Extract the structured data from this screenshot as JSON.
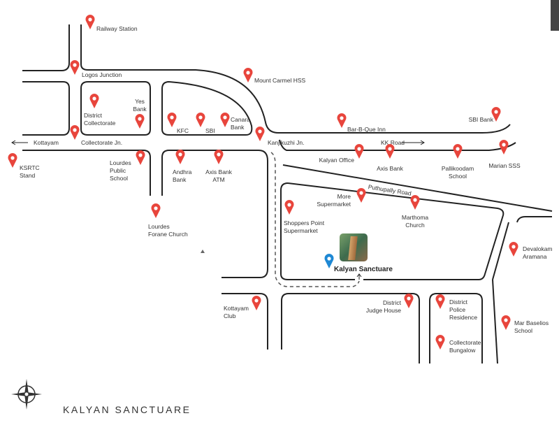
{
  "places": [
    {
      "id": "railway-station",
      "lines": [
        "Railway Station"
      ]
    },
    {
      "id": "logos-junction",
      "lines": [
        "Logos Junction"
      ]
    },
    {
      "id": "mount-carmel-hss",
      "lines": [
        "Mount Carmel HSS"
      ]
    },
    {
      "id": "district-collectorate",
      "lines": [
        "District",
        "Collectorate"
      ]
    },
    {
      "id": "yes-bank",
      "lines": [
        "Yes",
        "Bank"
      ]
    },
    {
      "id": "kfc",
      "lines": [
        "KFC"
      ]
    },
    {
      "id": "sbi",
      "lines": [
        "SBI"
      ]
    },
    {
      "id": "canara-bank",
      "lines": [
        "Canara",
        "Bank"
      ]
    },
    {
      "id": "collectorate-jn",
      "lines": [
        "Collectorate Jn."
      ]
    },
    {
      "id": "ksrtc-stand",
      "lines": [
        "KSRTC",
        "Stand"
      ]
    },
    {
      "id": "lourdes-public-school",
      "lines": [
        "Lourdes",
        "Public",
        "School"
      ]
    },
    {
      "id": "andhra-bank",
      "lines": [
        "Andhra",
        "Bank"
      ]
    },
    {
      "id": "axis-bank-atm",
      "lines": [
        "Axis Bank",
        "ATM"
      ]
    },
    {
      "id": "lourdes-forane-church",
      "lines": [
        "Lourdes",
        "Forane Church"
      ]
    },
    {
      "id": "kanjikuzhi-jn",
      "lines": [
        "Kanjikuzhi Jn."
      ]
    },
    {
      "id": "bar-b-que-inn",
      "lines": [
        "Bar-B-Que Inn"
      ]
    },
    {
      "id": "sbi-bank",
      "lines": [
        "SBI Bank"
      ]
    },
    {
      "id": "kalyan-office",
      "lines": [
        "Kalyan Office"
      ]
    },
    {
      "id": "axis-bank",
      "lines": [
        "Axis Bank"
      ]
    },
    {
      "id": "pallikoodam-school",
      "lines": [
        "Pallikoodam",
        "School"
      ]
    },
    {
      "id": "marian-sss",
      "lines": [
        "Marian SSS"
      ]
    },
    {
      "id": "more-supermarket",
      "lines": [
        "More",
        "Supermarket"
      ]
    },
    {
      "id": "shoppers-point",
      "lines": [
        "Shoppers Point",
        "Supermarket"
      ]
    },
    {
      "id": "marthoma-church",
      "lines": [
        "Marthoma",
        "Church"
      ]
    },
    {
      "id": "devalokam-aramana",
      "lines": [
        "Devalokam",
        "Aramana"
      ]
    },
    {
      "id": "kottayam-club",
      "lines": [
        "Kottayam",
        "Club"
      ]
    },
    {
      "id": "district-judge-house",
      "lines": [
        "District",
        "Judge House"
      ]
    },
    {
      "id": "district-police-residence",
      "lines": [
        "District",
        "Police",
        "Residence"
      ]
    },
    {
      "id": "mar-baselios-school",
      "lines": [
        "Mar Baselios",
        "School"
      ]
    },
    {
      "id": "collectorate-bungalow",
      "lines": [
        "Collectorate",
        "Bungalow"
      ]
    }
  ],
  "project": {
    "name": "Kalyan Sanctuare"
  },
  "roads": {
    "kottayam": "Kottayam",
    "kk_road": "KK Road",
    "puthupally_road": "Puthupally Road"
  },
  "brand": {
    "title": "KALYAN SANCTUARE"
  },
  "colors": {
    "pin": "#e8453c",
    "project_pin": "#1e88d4",
    "road": "#222222"
  }
}
